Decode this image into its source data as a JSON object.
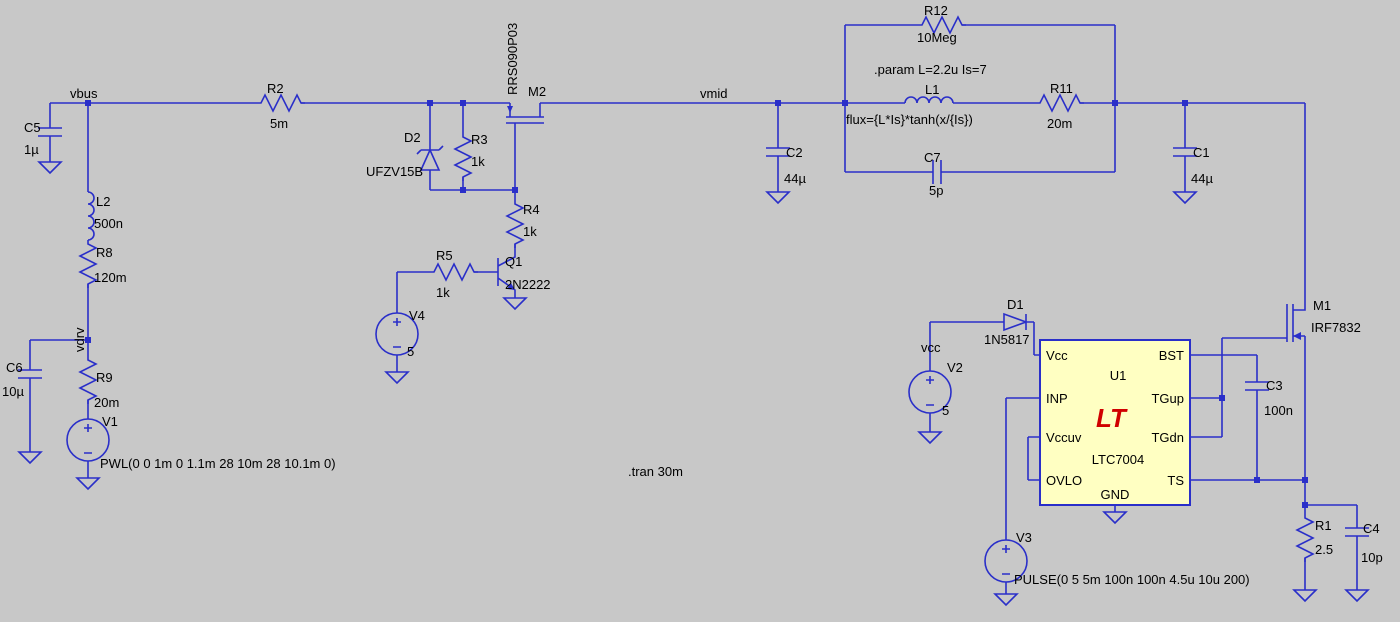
{
  "canvas": {
    "colors": {
      "bg": "#c8c8c8",
      "wire": "#2a2fc9",
      "text": "#000000",
      "ic-fill": "#ffffc2",
      "logo": "#d00000"
    }
  },
  "net_labels": {
    "vbus": "vbus",
    "vdrv": "vdrv",
    "vmid": "vmid",
    "vcc": "vcc"
  },
  "directives": {
    "param": ".param L=2.2u Is=7",
    "tran": ".tran 30m"
  },
  "components": {
    "C5": {
      "name": "C5",
      "value": "1µ"
    },
    "C6": {
      "name": "C6",
      "value": "10µ"
    },
    "C2": {
      "name": "C2",
      "value": "44µ"
    },
    "C1": {
      "name": "C1",
      "value": "44µ"
    },
    "C3": {
      "name": "C3",
      "value": "100n"
    },
    "C4": {
      "name": "C4",
      "value": "10p"
    },
    "C7": {
      "name": "C7",
      "value": "5p"
    },
    "R1": {
      "name": "R1",
      "value": "2.5"
    },
    "R2": {
      "name": "R2",
      "value": "5m"
    },
    "R3": {
      "name": "R3",
      "value": "1k"
    },
    "R4": {
      "name": "R4",
      "value": "1k"
    },
    "R5": {
      "name": "R5",
      "value": "1k"
    },
    "R8": {
      "name": "R8",
      "value": "120m"
    },
    "R9": {
      "name": "R9",
      "value": "20m"
    },
    "R11": {
      "name": "R11",
      "value": "20m"
    },
    "R12": {
      "name": "R12",
      "value": "10Meg"
    },
    "L1": {
      "name": "L1",
      "value": "flux={L*Is}*tanh(x/{Is})"
    },
    "L2": {
      "name": "L2",
      "value": "500n"
    },
    "D1": {
      "name": "D1",
      "value": "1N5817"
    },
    "D2": {
      "name": "D2",
      "value": "UFZV15B"
    },
    "M1": {
      "name": "M1",
      "value": "IRF7832"
    },
    "M2": {
      "name": "M2",
      "value": "RRS090P03"
    },
    "Q1": {
      "name": "Q1",
      "value": "2N2222"
    },
    "V1": {
      "name": "V1",
      "value": "PWL(0 0 1m 0 1.1m 28 10m 28 10.1m 0)"
    },
    "V2": {
      "name": "V2",
      "value": "5"
    },
    "V3": {
      "name": "V3",
      "value": "PULSE(0 5 5m 100n 100n 4.5u 10u 200)"
    },
    "V4": {
      "name": "V4",
      "value": "5"
    }
  },
  "ic": {
    "refdes": "U1",
    "part": "LTC7004",
    "logo": "LT",
    "pins": {
      "vcc": "Vcc",
      "inp": "INP",
      "vccuv": "Vccuv",
      "ovlo": "OVLO",
      "bst": "BST",
      "tgup": "TGup",
      "tgdn": "TGdn",
      "ts": "TS",
      "gnd": "GND"
    }
  }
}
